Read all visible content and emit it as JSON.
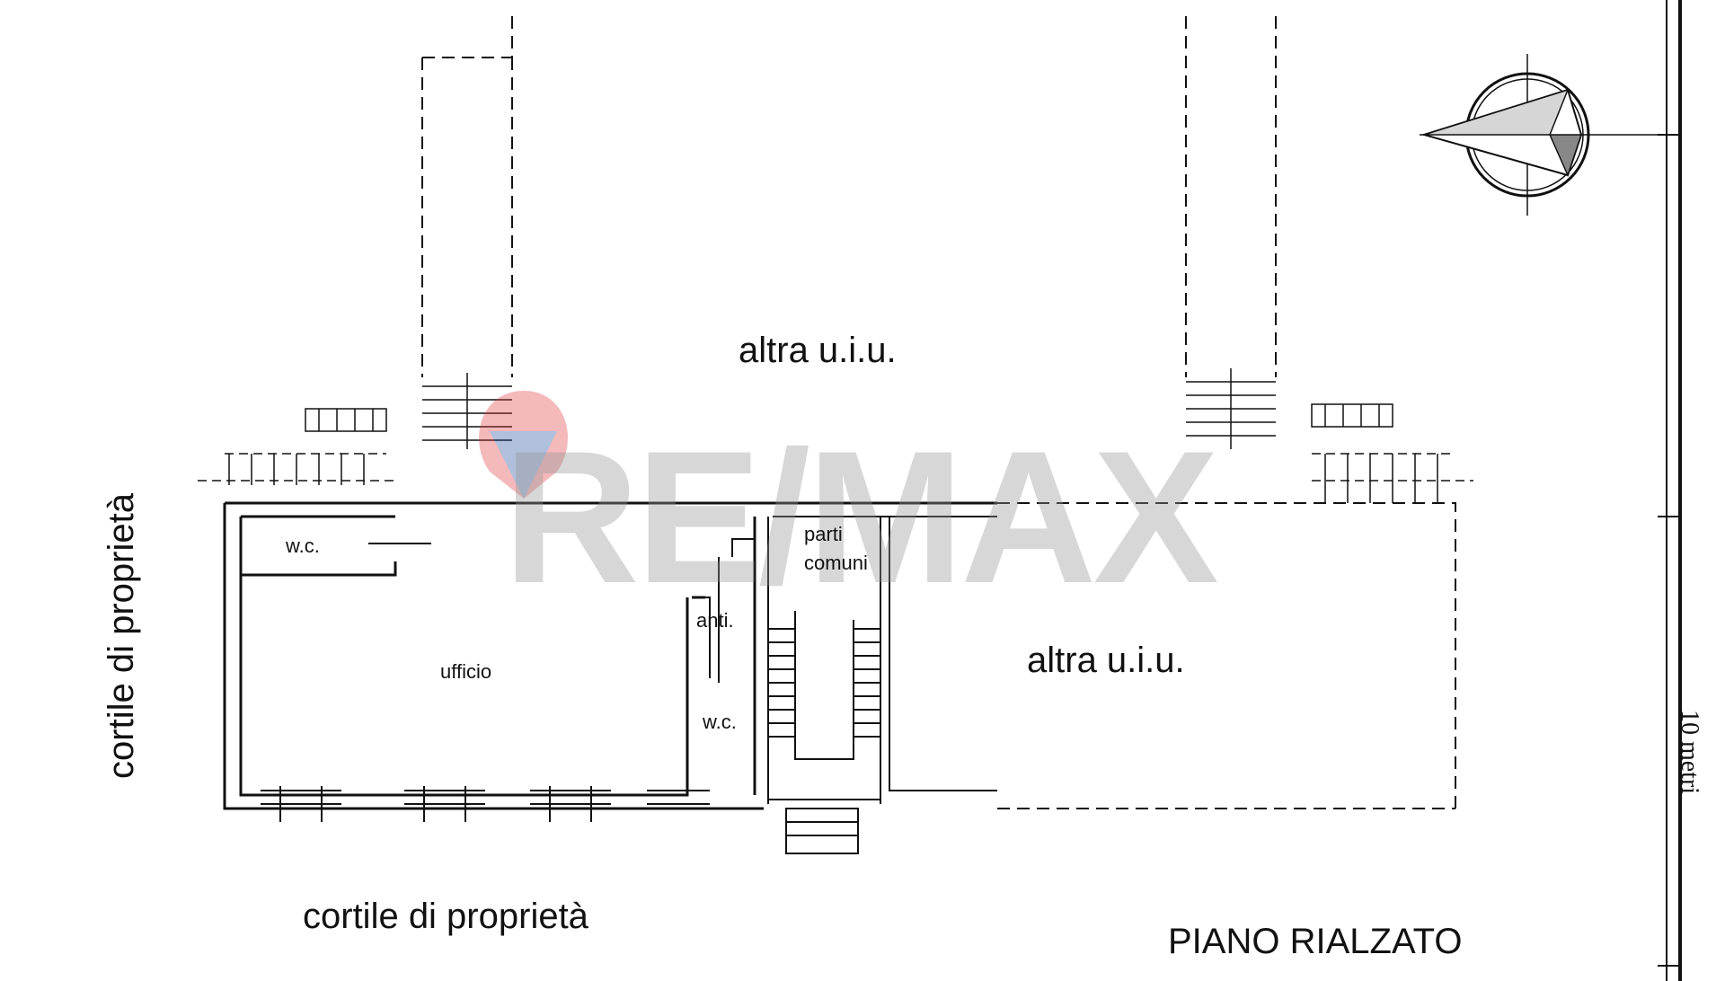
{
  "plan": {
    "rooms": {
      "upper_unit": "altra u.i.u.",
      "right_unit": "altra u.i.u.",
      "wc_top": "w.c.",
      "office": "ufficio",
      "anti": "anti.",
      "wc_small": "w.c.",
      "common_1": "parti",
      "common_2": "comuni"
    },
    "surroundings": {
      "left_courtyard": "cortile di proprietà",
      "bottom_courtyard": "cortile di proprietà"
    },
    "floor_name": "PIANO RIALZATO",
    "scale_label": "10 metri",
    "watermark": "RE/MAX"
  },
  "colors": {
    "line": "#111111",
    "watermark_gray": "#9a9a9a",
    "balloon_red": "#e03a3e",
    "balloon_blue": "#1f4b9a"
  }
}
